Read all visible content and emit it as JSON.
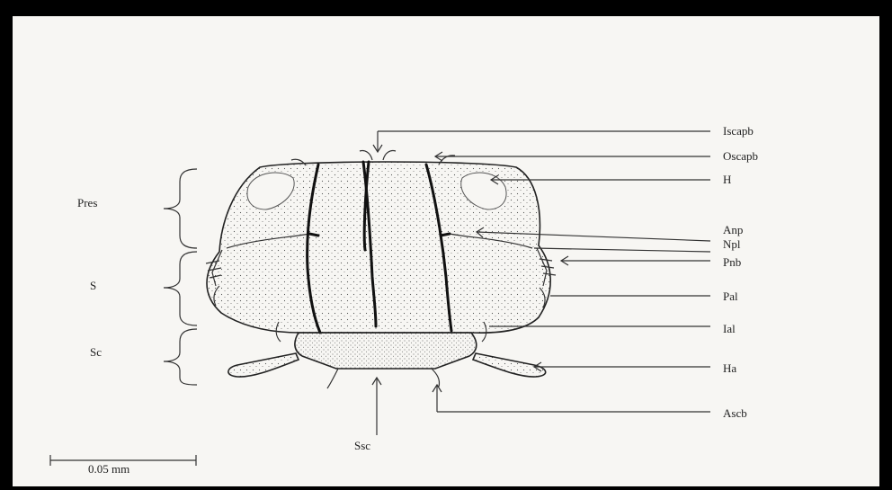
{
  "labels": {
    "iscapb": "Iscapb",
    "oscapb": "Oscapb",
    "h": "H",
    "anp": "Anp",
    "npl": "Npl",
    "pnb": "Pnb",
    "pal": "Pal",
    "ial": "Ial",
    "ha": "Ha",
    "ascb": "Ascb",
    "ssc": "Ssc",
    "pres": "Pres",
    "s": "S",
    "sc": "Sc"
  },
  "scale_bar": {
    "label": "0.05 mm"
  },
  "colors": {
    "frame": "#000000",
    "paper": "#f7f6f3",
    "ink": "#222222",
    "stipple": "#555555"
  }
}
